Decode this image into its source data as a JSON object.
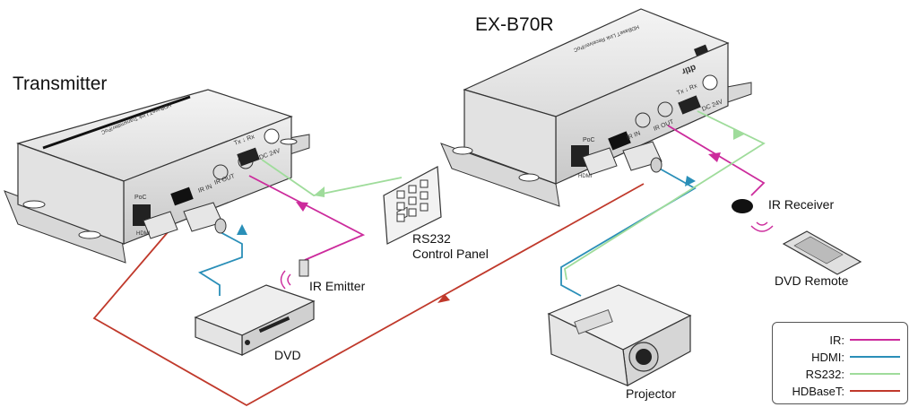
{
  "titles": {
    "transmitter": "Transmitter",
    "receiver": "EX-B70R"
  },
  "labels": {
    "rs232_panel_line1": "RS232",
    "rs232_panel_line2": "Control Panel",
    "ir_emitter": "IR Emitter",
    "ir_receiver": "IR Receiver",
    "dvd": "DVD",
    "dvd_remote": "DVD Remote",
    "projector": "Projector"
  },
  "device_text": {
    "tx_top_label": "HDBaseT Link Transmitter/PoC",
    "rx_top_label": "HDBaseT Link Receiver/PoC",
    "poc": "PoC",
    "hdmi": "HDMI",
    "ir_in": "IR IN",
    "ir_out": "IR OUT",
    "tx_rx": "Tx ↓ Rx",
    "dc_24v": "DC 24V",
    "brand": "dtlr"
  },
  "legend": [
    {
      "label": "IR:",
      "color": "#cc2b9c"
    },
    {
      "label": "HDMI:",
      "color": "#2a8fb8"
    },
    {
      "label": "RS232:",
      "color": "#9fdc9b"
    },
    {
      "label": "HDBaseT:",
      "color": "#c0392b"
    }
  ]
}
